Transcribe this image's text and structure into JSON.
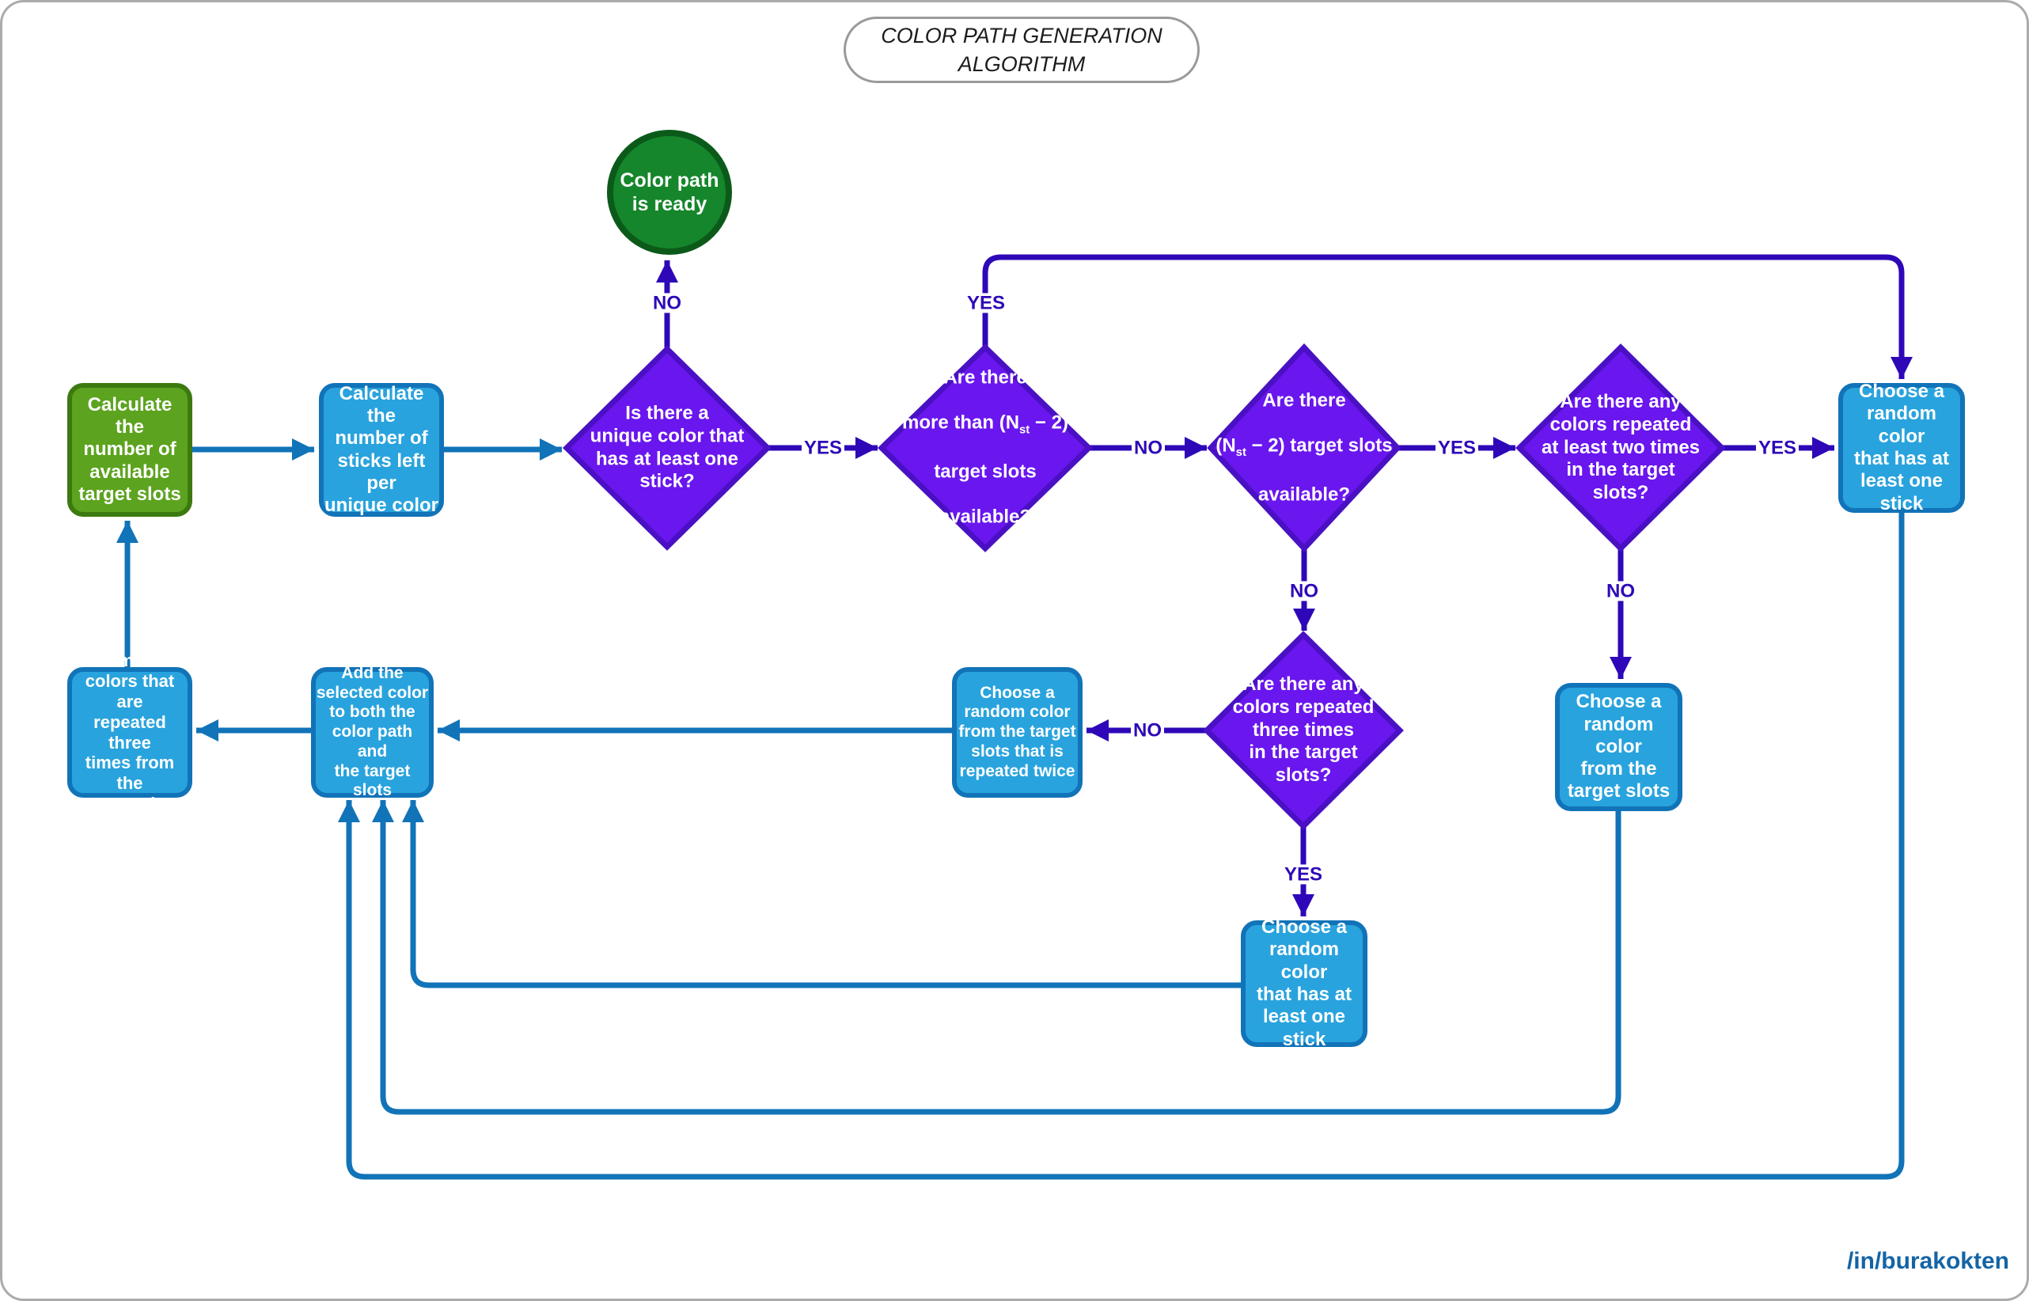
{
  "title": {
    "lines": [
      "COLOR PATH GENERATION",
      "ALGORITHM"
    ]
  },
  "footer": {
    "handle": "/in/burakokten"
  },
  "colors": {
    "canvas_border": "#ababab",
    "title_border": "#9a9a9a",
    "title_text": "#1c1c1c",
    "process_blue_fill": "#29a3dd",
    "process_blue_border": "#1173b8",
    "flow_blue": "#1173b8",
    "start_green_fill": "#5ca31f",
    "start_green_border": "#3c7a10",
    "terminal_green_fill": "#15862b",
    "terminal_green_border": "#0c5a1a",
    "decision_purple_fill": "#6a16ee",
    "decision_purple_border": "#4a10c4",
    "flow_purple": "#2e08b8",
    "footer_text": "#1464a5",
    "node_text": "#ffffff"
  },
  "nodes": {
    "start": [
      "Calculate the",
      "number of",
      "available",
      "target slots"
    ],
    "calc_sticks": [
      "Calculate the",
      "number of",
      "sticks left per",
      "unique color"
    ],
    "ready": [
      "Color path",
      "is ready"
    ],
    "d1": [
      "Is there a",
      "unique color that",
      "has at least one",
      "stick?"
    ],
    "d2": {
      "l1": "Are there",
      "l2a": "more than (N",
      "l2sub": "st",
      "l2b": " − 2)",
      "l3": "target slots",
      "l4": "available?"
    },
    "d3": {
      "l1": "Are there",
      "l2a": "(N",
      "l2sub": "st",
      "l2b": " − 2) target slots",
      "l3": "available?"
    },
    "d4": [
      "Are there any",
      "colors repeated",
      "at least two times",
      "in the target",
      "slots?"
    ],
    "d5": [
      "Are there any",
      "colors repeated",
      "three times",
      "in the target",
      "slots?"
    ],
    "choose_right": [
      "Choose a",
      "random color",
      "that has at",
      "least one",
      "stick"
    ],
    "choose_from_target": [
      "Choose a",
      "random color",
      "from the",
      "target slots"
    ],
    "choose_bottom": [
      "Choose a",
      "random color",
      "that has at",
      "least one",
      "stick"
    ],
    "choose_twice": [
      "Choose a",
      "random color",
      "from the target",
      "slots that is",
      "repeated twice"
    ],
    "add": [
      "Add the",
      "selected color",
      "to both the",
      "color path and",
      "the target",
      "slots"
    ],
    "remove": [
      "Remove",
      "colors that are",
      "repeated three",
      "times from the",
      "tareget slots"
    ]
  },
  "edge_labels": {
    "d1_no": "NO",
    "d1_d2_yes": "YES",
    "d2_yes": "YES",
    "d2_d3_no": "NO",
    "d3_d4_yes": "YES",
    "d3_no": "NO",
    "d4_yes": "YES",
    "d4_no": "NO",
    "d5_no": "NO",
    "d5_yes": "YES"
  }
}
